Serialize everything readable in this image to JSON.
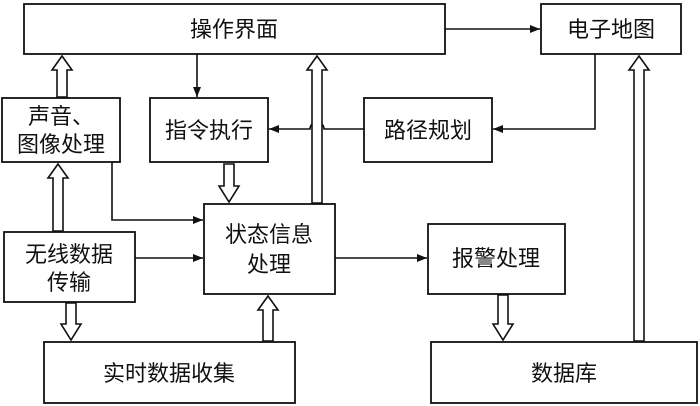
{
  "nodes": {
    "ui": {
      "label": "操作界面"
    },
    "emap": {
      "label": "电子地图"
    },
    "av": {
      "lines": [
        "声音、",
        "图像处理"
      ]
    },
    "cmd": {
      "label": "指令执行"
    },
    "route": {
      "label": "路径规划"
    },
    "state": {
      "lines": [
        "状态信息",
        "处理"
      ]
    },
    "wireless": {
      "lines": [
        "无线数据",
        "传输"
      ]
    },
    "alarm": {
      "label": "报警处理"
    },
    "collect": {
      "label": "实时数据收集"
    },
    "db": {
      "label": "数据库"
    }
  }
}
